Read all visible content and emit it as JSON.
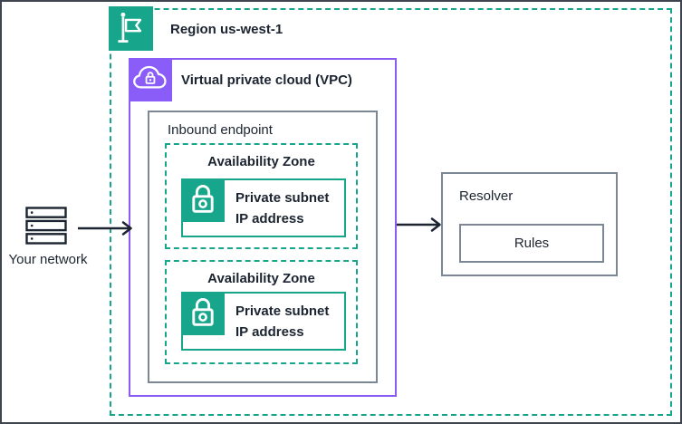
{
  "diagram": {
    "your_network": {
      "label": "Your network",
      "icon": "server-stack-icon"
    },
    "region": {
      "label": "Region us-west-1",
      "icon": "region-flag-icon"
    },
    "vpc": {
      "label": "Virtual private cloud (VPC)",
      "icon": "vpc-cloud-lock-icon"
    },
    "inbound_endpoint": {
      "label": "Inbound endpoint"
    },
    "availability_zones": [
      {
        "label": "Availability Zone",
        "subnet": {
          "line1": "Private subnet",
          "line2": "IP address",
          "icon": "private-subnet-lock-icon"
        }
      },
      {
        "label": "Availability Zone",
        "subnet": {
          "line1": "Private subnet",
          "line2": "IP address",
          "icon": "private-subnet-lock-icon"
        }
      }
    ],
    "resolver": {
      "label": "Resolver",
      "rules_label": "Rules"
    },
    "arrows": [
      {
        "name": "your-network-to-vpc"
      },
      {
        "name": "vpc-to-resolver"
      }
    ]
  },
  "colors": {
    "teal": "#17a68c",
    "vpc_purple": "#8a5cf8",
    "vpc_border_purple": "#8c5bf6",
    "box_gray": "#7b8794",
    "outer_border": "#3d4450",
    "text": "#1b2430",
    "arrow": "#1b2430",
    "background": "#ffffff"
  }
}
